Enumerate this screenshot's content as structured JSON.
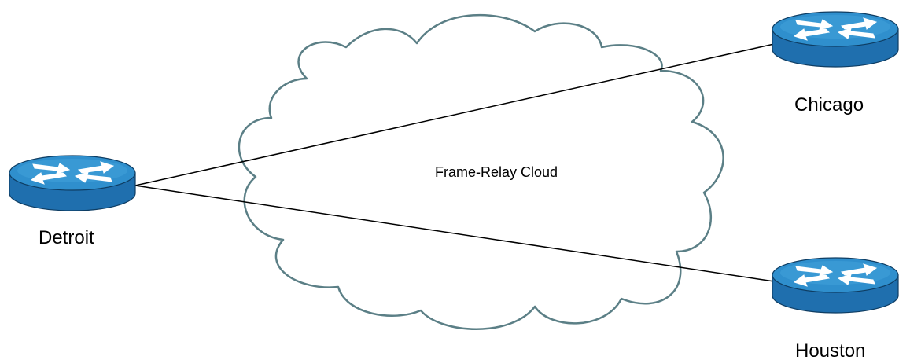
{
  "diagram": {
    "cloud_label": "Frame-Relay Cloud",
    "routers": {
      "detroit": {
        "label": "Detroit"
      },
      "chicago": {
        "label": "Chicago"
      },
      "houston": {
        "label": "Houston"
      }
    }
  },
  "colors": {
    "cloud_stroke": "#5b7f86",
    "router_top": "#2f8fcd",
    "router_side": "#1f6fae",
    "router_outline": "#0e3d63",
    "arrow": "#ffffff",
    "link": "#000000"
  },
  "icons": {
    "router": "router-icon",
    "cloud": "cloud-icon"
  }
}
